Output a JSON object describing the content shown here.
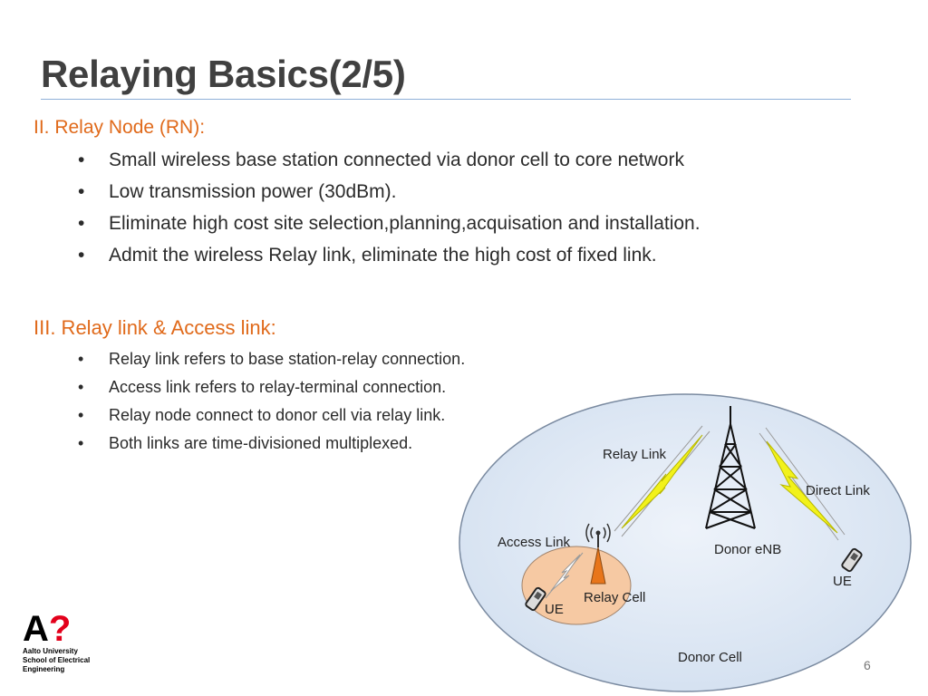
{
  "slide": {
    "title": "Relaying Basics(2/5)",
    "page_number": "6"
  },
  "section1": {
    "heading": "II. Relay Node (RN):",
    "bullets": [
      "Small wireless base station connected via  donor cell to core network",
      "Low transmission power (30dBm).",
      "Eliminate high cost site selection,planning,acquisation and installation.",
      "Admit the wireless Relay link, eliminate the high cost of fixed link."
    ]
  },
  "section2": {
    "heading": "III. Relay link & Access link:",
    "bullets": [
      "Relay link refers to base station-relay connection.",
      "Access link refers to relay-terminal connection.",
      "Relay node connect to donor cell via relay link.",
      "Both links are time-divisioned multiplexed."
    ]
  },
  "diagram": {
    "labels": {
      "relay_link": "Relay Link",
      "direct_link": "Direct Link",
      "access_link": "Access Link",
      "donor_enb": "Donor eNB",
      "ue_right": "UE",
      "ue_left": "UE",
      "relay_cell": "Relay Cell",
      "donor_cell": "Donor Cell"
    },
    "colors": {
      "donor_cell_fill": "#dfe9f5",
      "relay_cell_fill": "#f6c9a3",
      "relay_node": "#e8751a",
      "lightning": "#f2f21a"
    }
  },
  "logo": {
    "mark": "A",
    "mark_q": "?",
    "lines": [
      "Aalto University",
      "School of Electrical",
      "Engineering"
    ]
  },
  "colors": {
    "section_heading": "#e06a1b",
    "title": "#404040",
    "title_rule": "#8fb0d8"
  }
}
